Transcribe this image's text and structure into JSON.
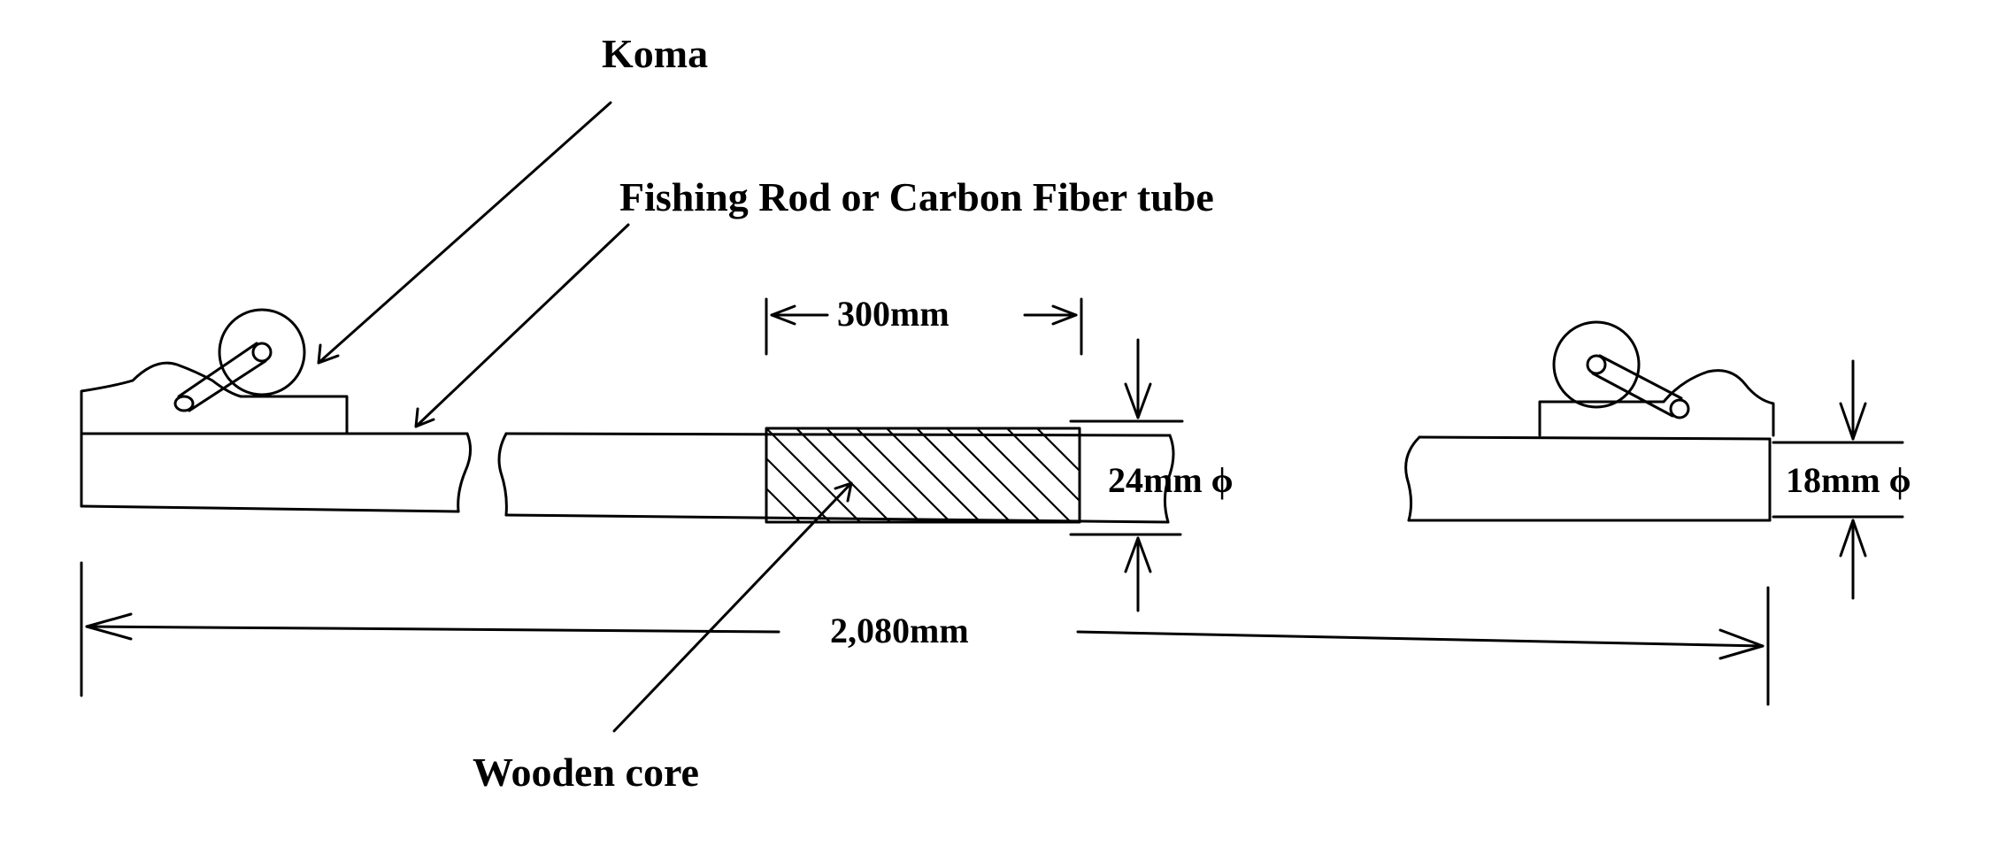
{
  "labels": {
    "koma": "Koma",
    "rod": "Fishing Rod or Carbon Fiber tube",
    "core": "Wooden core"
  },
  "dimensions": {
    "core_length": "300mm",
    "mid_diameter": "24mm ϕ",
    "end_diameter": "18mm ϕ",
    "total_length": "2,080mm"
  }
}
